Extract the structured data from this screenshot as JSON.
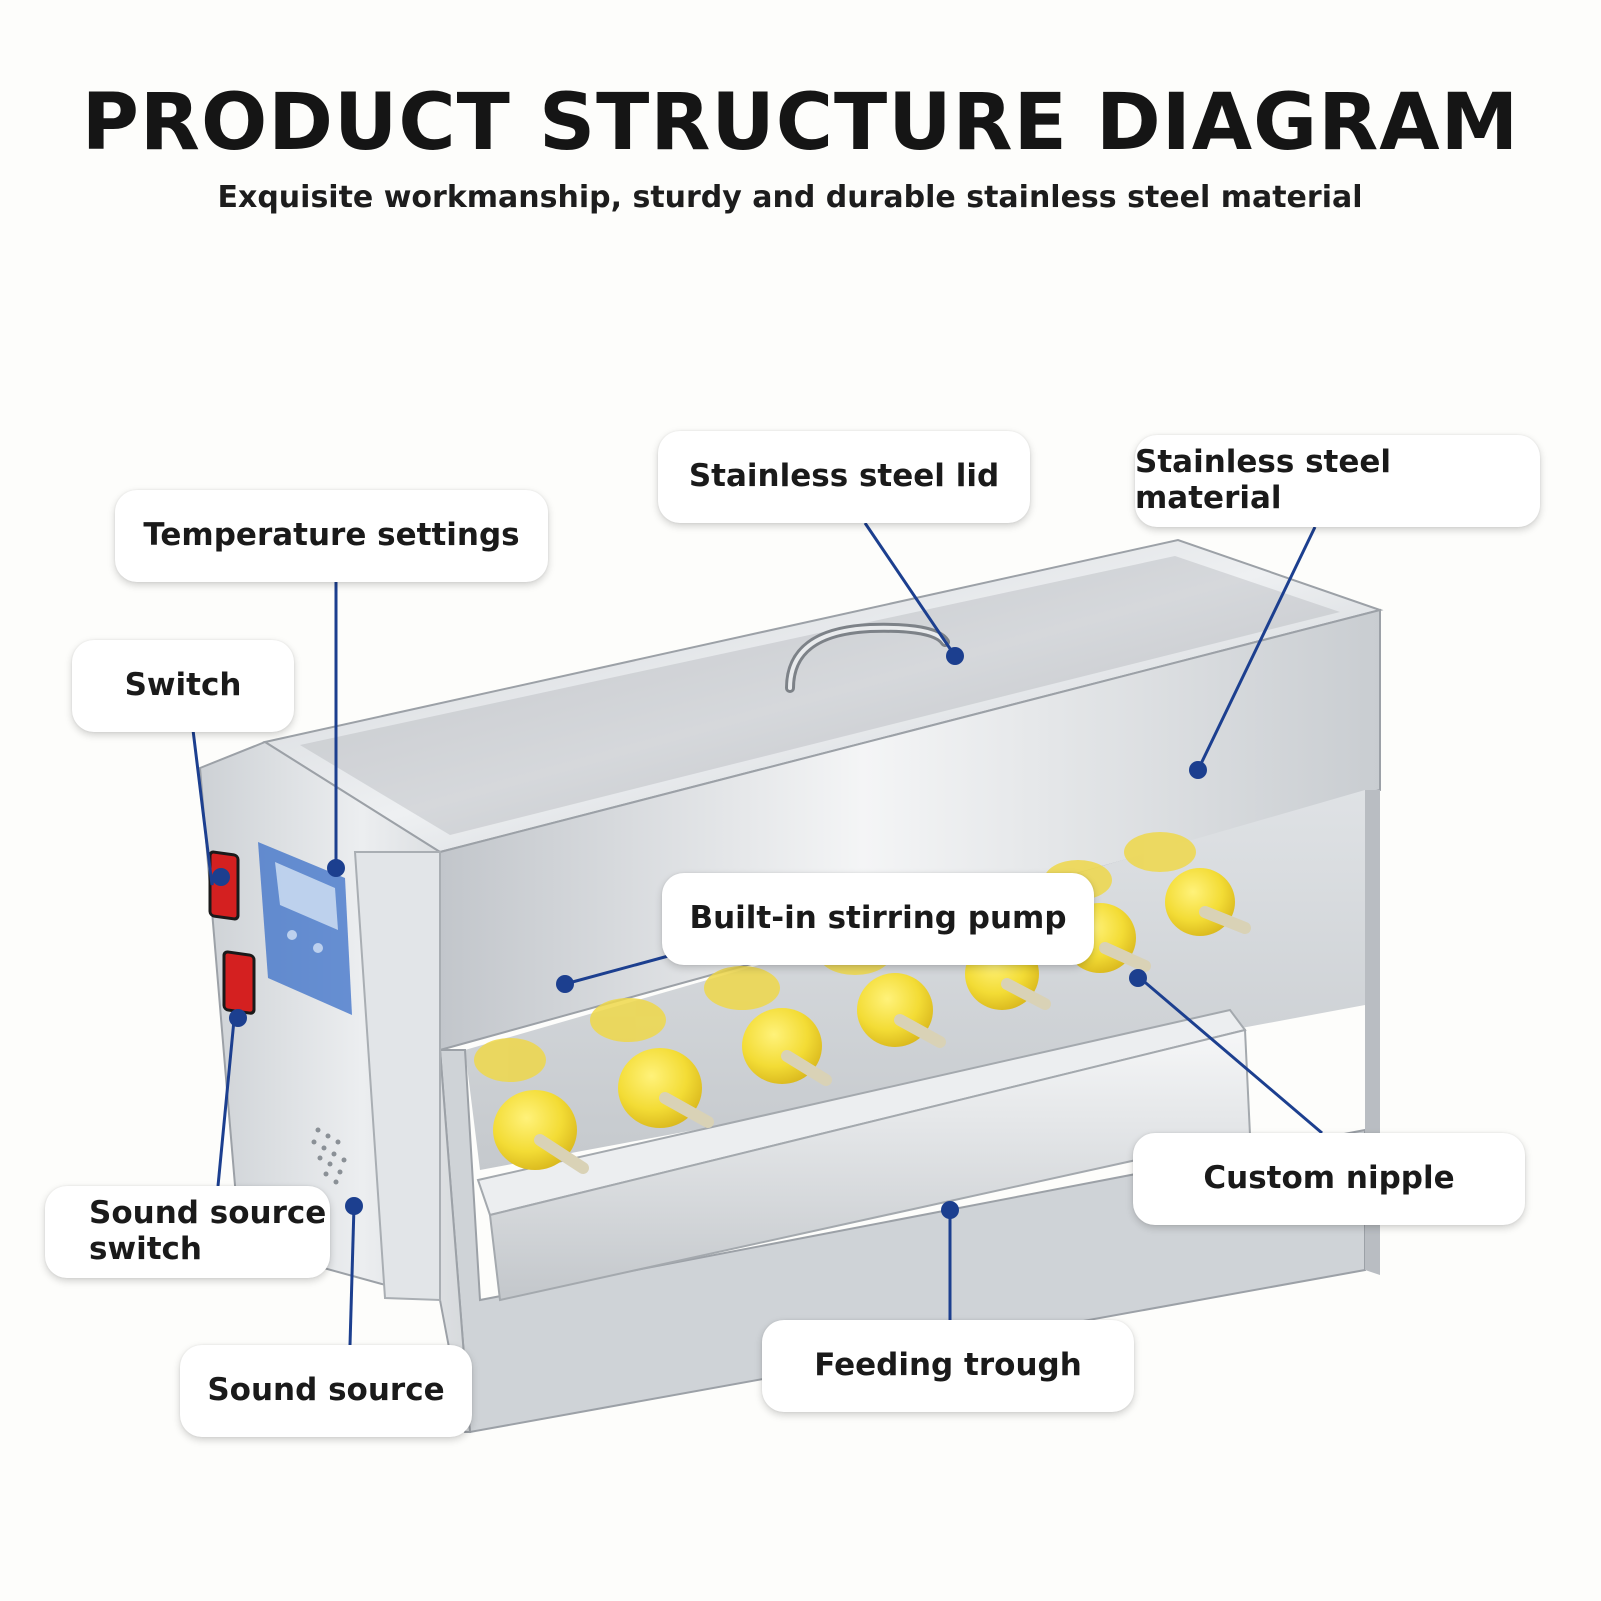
{
  "header": {
    "title": "PRODUCT STRUCTURE DIAGRAM",
    "subtitle": "Exquisite workmanship, sturdy and durable stainless steel material"
  },
  "callouts": {
    "temperature_settings": "Temperature settings",
    "stainless_steel_lid": "Stainless steel lid",
    "stainless_steel_material": "Stainless steel material",
    "switch": "Switch",
    "built_in_stirring_pump": "Built-in stirring pump",
    "custom_nipple": "Custom nipple",
    "sound_source_switch_line1": "Sound source",
    "sound_source_switch_line2": "switch",
    "sound_source": "Sound source",
    "feeding_trough": "Feeding trough"
  },
  "colors": {
    "leader_line": "#1c3f8f",
    "steel_light": "#eef0f2",
    "steel_dark": "#9fa4aa",
    "nipple_yellow": "#f2dc3c",
    "switch_red": "#d42020",
    "display_blue": "#3a6fc8"
  },
  "icons": [
    "switch-icon",
    "sound-source-switch-icon",
    "temperature-display-icon",
    "speaker-grille-icon",
    "lid-handle-icon",
    "nipple-icon"
  ]
}
